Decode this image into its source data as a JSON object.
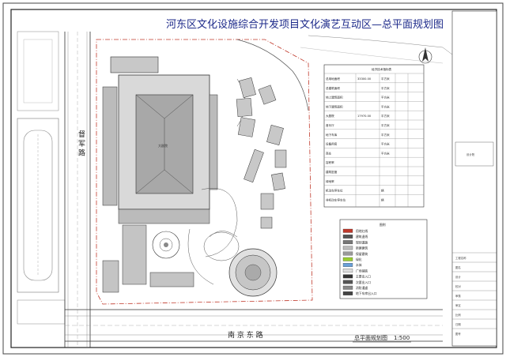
{
  "drawing": {
    "title": "河东区文化设施综合开发项目文化演艺互动区—总平面规划图",
    "scale_label": "总平面规划图",
    "scale_value": "1:500"
  },
  "roads": {
    "west": "督 军 路",
    "south": "南 京 东 路"
  },
  "buildings": {
    "main_hall": "大剧院"
  },
  "table": {
    "title": "经济技术指标表",
    "rows": [
      [
        "总用地面积",
        "33300.00",
        "平方米",
        "",
        ""
      ],
      [
        "总建筑面积",
        "",
        "平方米",
        "",
        ""
      ],
      [
        "地上建筑面积",
        "",
        "平方米",
        "",
        ""
      ],
      [
        "地下建筑面积",
        "",
        "平方米",
        "",
        ""
      ],
      [
        "大剧院",
        "17970.00",
        "平方米",
        "",
        ""
      ],
      [
        "音乐厅",
        "",
        "平方米",
        "",
        ""
      ],
      [
        "地下车库",
        "",
        "平方米",
        "",
        ""
      ],
      [
        "设备用房",
        "",
        "平方米",
        "",
        ""
      ],
      [
        "商业",
        "",
        "平方米",
        "",
        ""
      ],
      [
        "容积率",
        "",
        "",
        "",
        ""
      ],
      [
        "建筑密度",
        "",
        "",
        "",
        ""
      ],
      [
        "绿地率",
        "",
        "",
        "",
        ""
      ],
      [
        "机动车停车位",
        "",
        "辆",
        "",
        ""
      ],
      [
        "非机动车停车位",
        "",
        "辆",
        "",
        ""
      ]
    ]
  },
  "legend": {
    "title": "图例",
    "items": [
      "用地红线",
      "建筑退线",
      "规划道路",
      "新建建筑",
      "保留建筑",
      "绿化",
      "水体",
      "广场铺装",
      "主要出入口",
      "次要出入口",
      "消防通道",
      "地下车库出入口"
    ]
  },
  "title_block": {
    "company": "设计院",
    "rows": [
      "工程名称",
      "图名",
      "设计",
      "校对",
      "审核",
      "审定",
      "比例",
      "日期",
      "图号"
    ]
  }
}
